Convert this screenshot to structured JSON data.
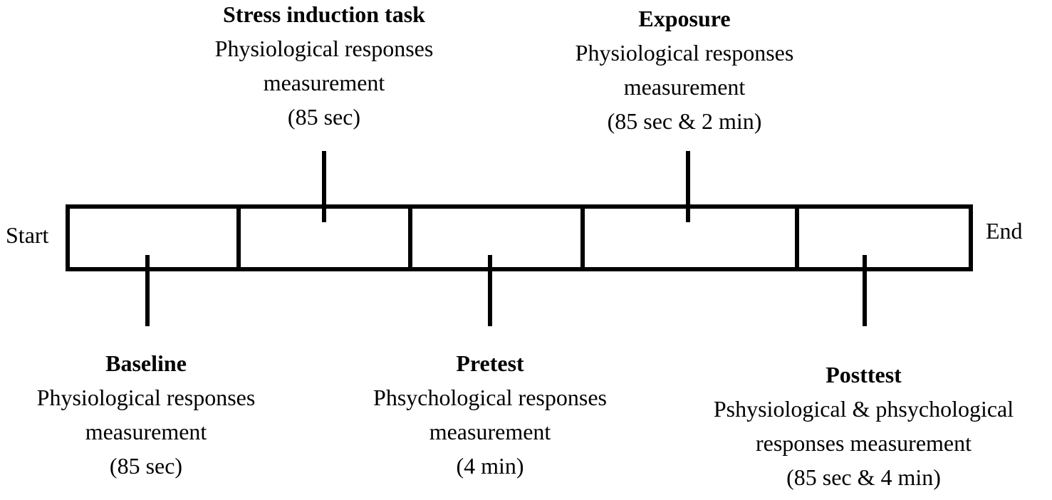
{
  "timeline": {
    "start_label": "Start",
    "end_label": "End",
    "segment_count": 5
  },
  "phases": {
    "baseline": {
      "title": "Baseline",
      "line1": "Physiological  responses",
      "line2": "measurement",
      "duration": "(85 sec)"
    },
    "stress": {
      "title": "Stress induction  task",
      "line1": "Physiological  responses",
      "line2": "measurement",
      "duration": "(85 sec)"
    },
    "pretest": {
      "title": "Pretest",
      "line1": "Phsychological  responses",
      "line2": "measurement",
      "duration": "(4 min)"
    },
    "exposure": {
      "title": "Exposure",
      "line1": "Physiological  responses",
      "line2": "measurement",
      "duration": "(85 sec & 2 min)"
    },
    "posttest": {
      "title": "Posttest",
      "line1": "Pshysiological  & phsychological",
      "line2": "responses measurement",
      "duration": "(85 sec & 4 min)"
    }
  }
}
